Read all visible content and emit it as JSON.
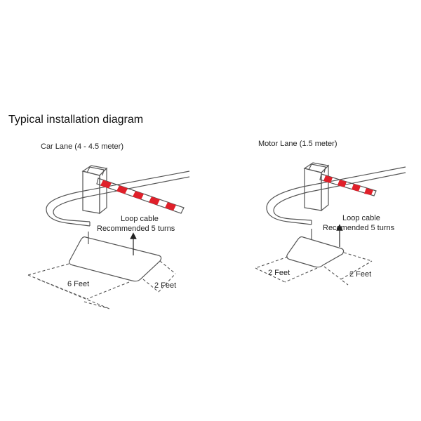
{
  "title": "Typical installation diagram",
  "colors": {
    "barrier_red": "#e0202a",
    "barrier_white": "#ffffff",
    "line": "#555555",
    "text": "#222222"
  },
  "car_lane": {
    "label": "Car Lane (4 - 4.5 meter)",
    "loop_cable_line1": "Loop cable",
    "loop_cable_line2": "Recommended 5 turns",
    "length_label": "6 Feet",
    "width_label": "2 Feet"
  },
  "motor_lane": {
    "label": "Motor Lane (1.5 meter)",
    "loop_cable_line1": "Loop cable",
    "loop_cable_line2": "Recomended 5 turns",
    "length_label": "2 Feet",
    "width_label": "2 Feet"
  }
}
